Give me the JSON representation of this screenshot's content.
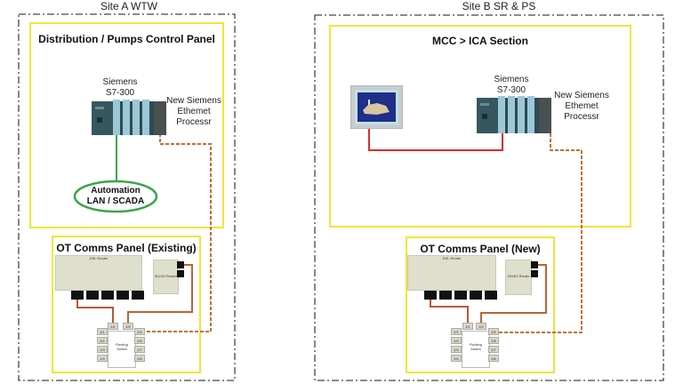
{
  "site_a": {
    "title": "Site A WTW",
    "control_panel": {
      "title": "Distribution / Pumps Control Panel",
      "plc_label_line1": "Siemens",
      "plc_label_line2": "S7-300",
      "ep_label_line1": "New Siemens",
      "ep_label_line2": "Ethemet",
      "ep_label_line3": "Processr",
      "lan_label_line1": "Automation",
      "lan_label_line2": "LAN / SCADA"
    },
    "comms_panel": {
      "title": "OT Comms Panel (Existing)",
      "dsl_router": "DSL Router",
      "cell_router": "3G/4G Router",
      "switch_label_line1": "Routing",
      "switch_label_line2": "Switch",
      "ports_top": [
        "1/1",
        "1/2"
      ],
      "ports_left": [
        "2/1",
        "2/2",
        "2/3",
        "2/4"
      ],
      "ports_right": [
        "2/5",
        "2/6",
        "2/7",
        "2/8"
      ]
    }
  },
  "site_b": {
    "title": "Site B SR & PS",
    "control_panel": {
      "title": "MCC > ICA Section",
      "plc_label_line1": "Siemens",
      "plc_label_line2": "S7-300",
      "ep_label_line1": "New Siemens",
      "ep_label_line2": "Ethemet",
      "ep_label_line3": "Processr"
    },
    "comms_panel": {
      "title": "OT Comms Panel (New)",
      "dsl_router": "DSL Router",
      "cell_router": "3G/4G Router",
      "switch_label_line1": "Routing",
      "switch_label_line2": "Switch",
      "ports_top": [
        "1/1",
        "1/2"
      ],
      "ports_left": [
        "2/1",
        "2/2",
        "2/3",
        "2/4"
      ],
      "ports_right": [
        "2/5",
        "2/6",
        "2/7",
        "2/8"
      ]
    }
  },
  "colors": {
    "panel_border": "#f2e43a",
    "site_border": "#444444",
    "ethernet_dashed": "#c0713a",
    "copper_link": "#c0553a",
    "lan_green": "#3aa64a",
    "hmi_link_red": "#e02a2a"
  }
}
